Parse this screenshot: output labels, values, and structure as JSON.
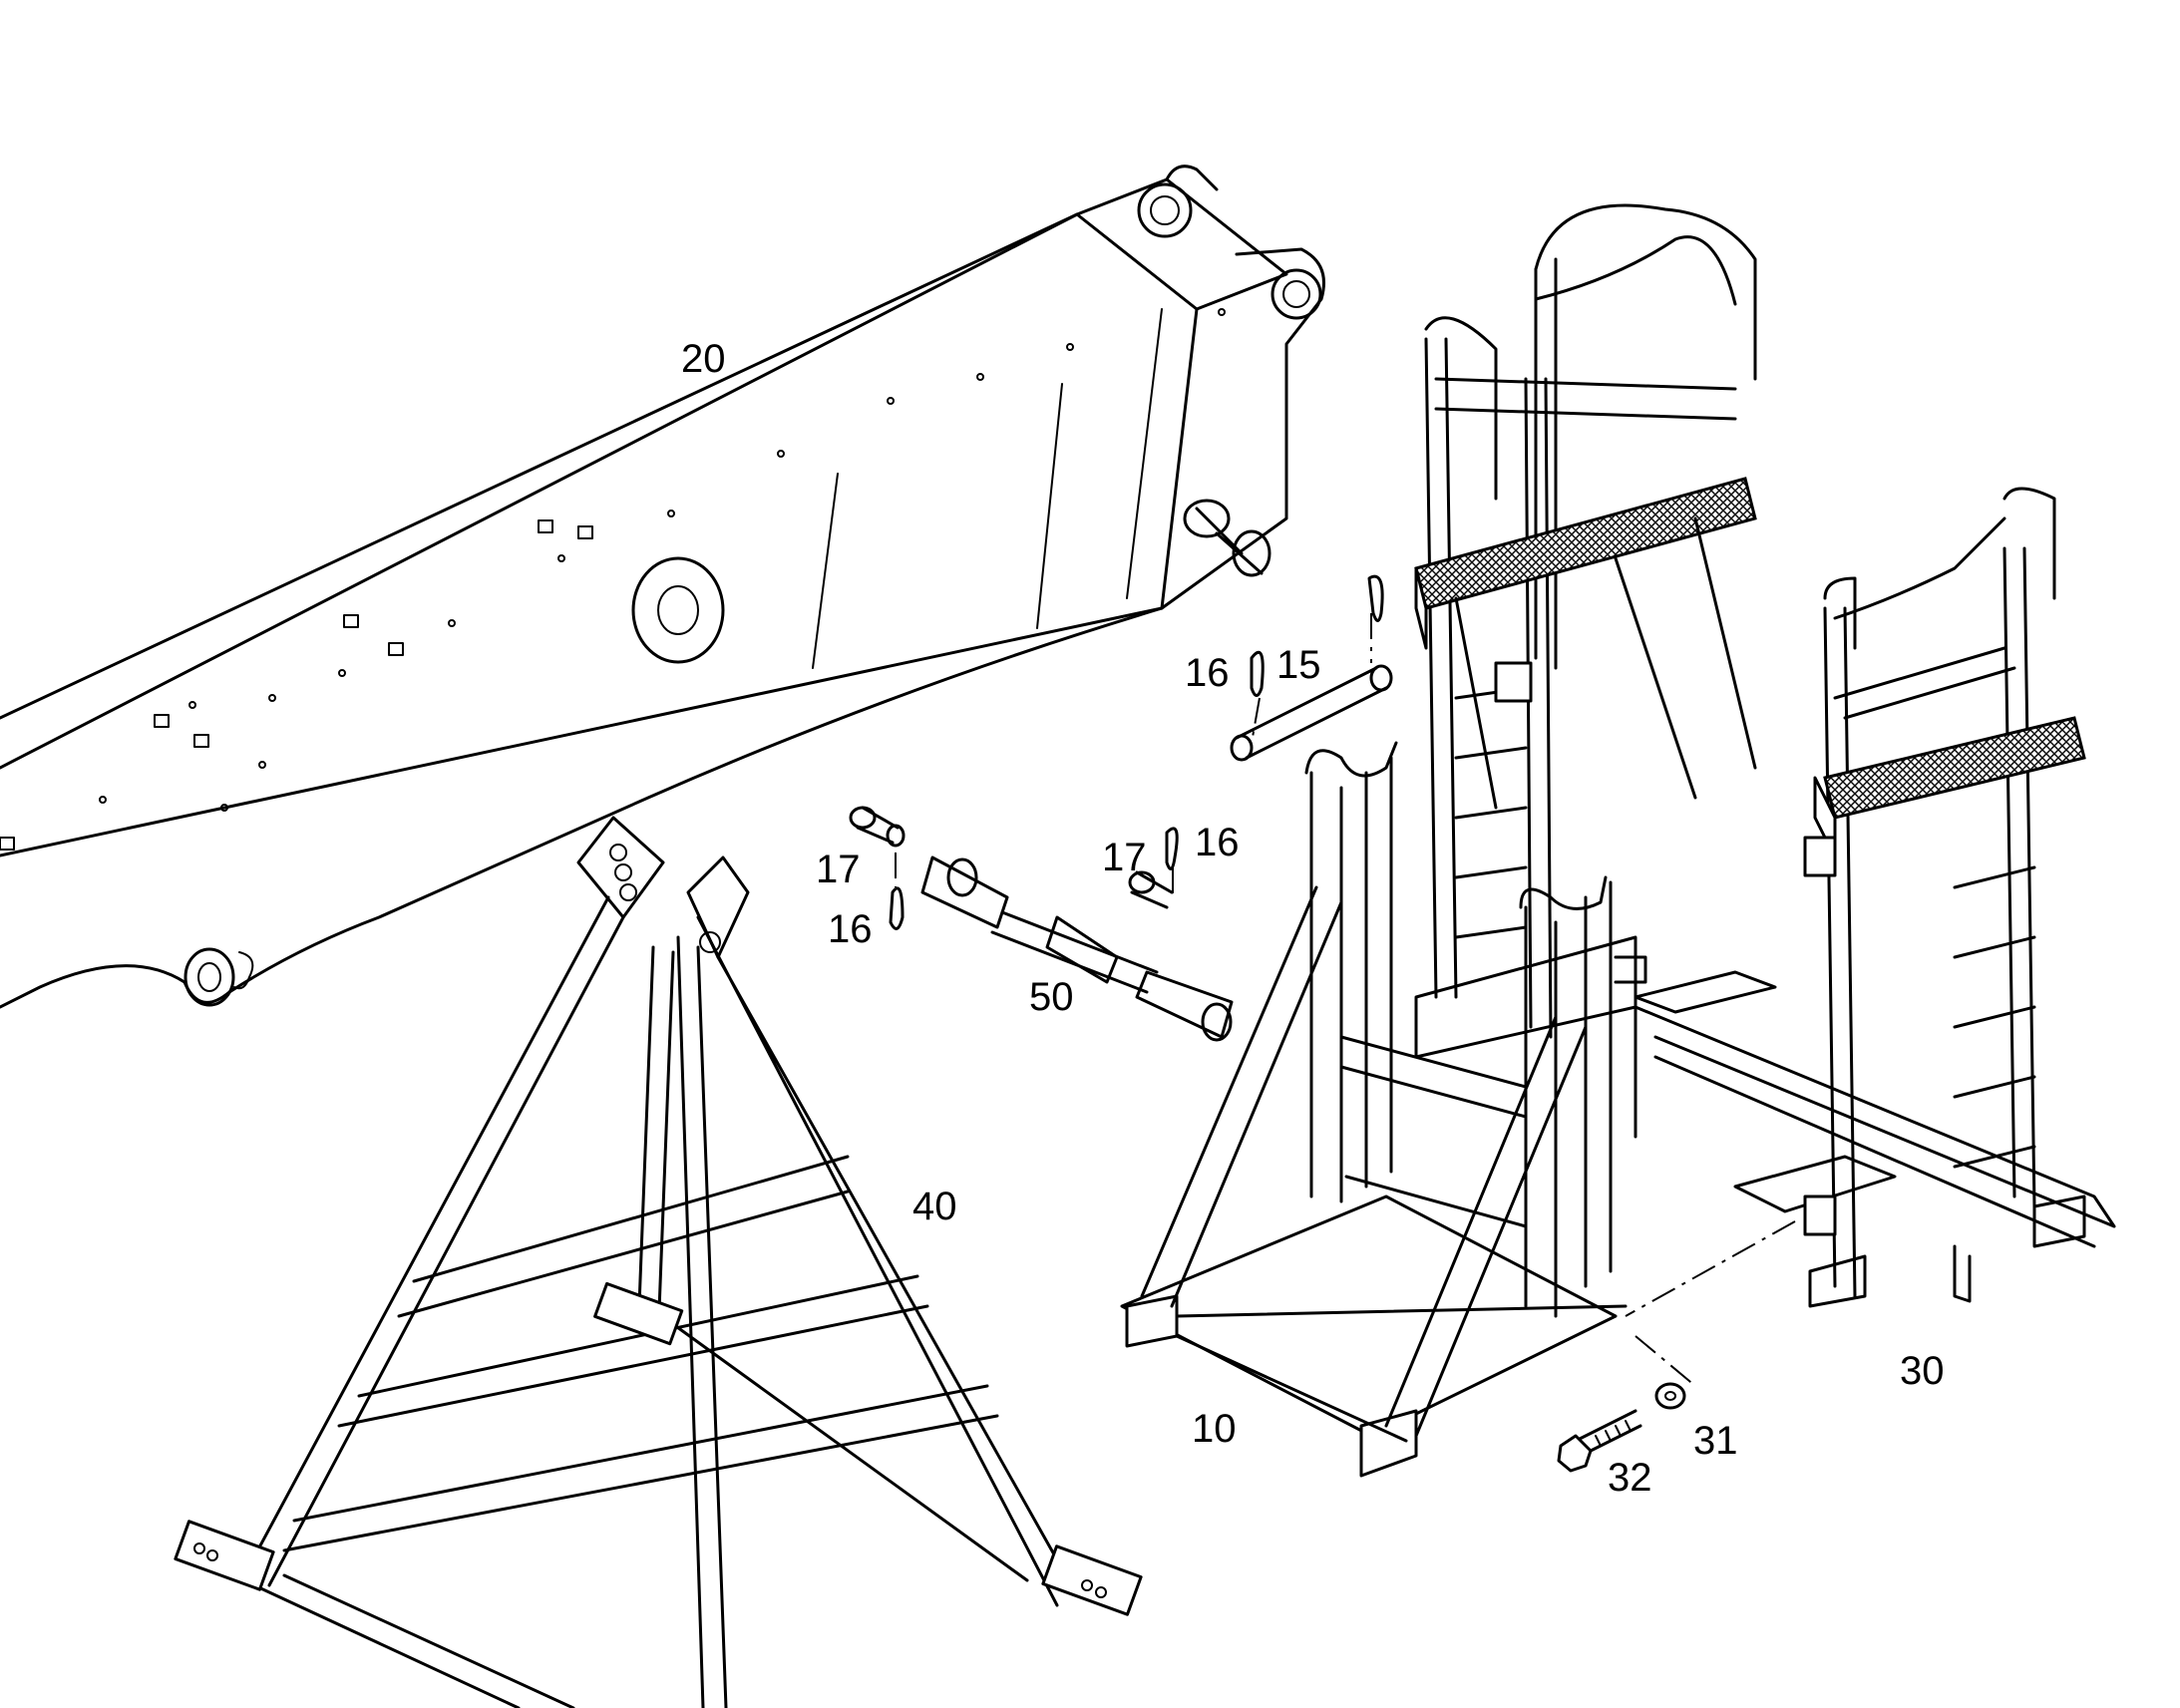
{
  "callouts": {
    "boom": "20",
    "pin_long": "15",
    "clip_top_left": "16",
    "pin_left": "17",
    "clip_left_lower": "16",
    "pin_right": "17",
    "clip_right": "16",
    "turnbuckle": "50",
    "a_frame_stand": "40",
    "cradle_stand": "10",
    "ladder_platform": "30",
    "washer": "31",
    "bolt": "32"
  }
}
